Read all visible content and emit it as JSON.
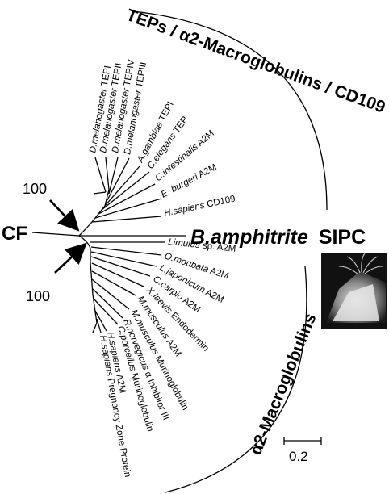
{
  "groups": {
    "top_label": "TEPs / α2-Macroglobulins / CD109",
    "bottom_label": "α2-Macroglobulins"
  },
  "outgroup_label": "CF",
  "highlight": {
    "species": "B.amphitrite",
    "protein": "SIPC"
  },
  "bootstrap": {
    "upper": "100",
    "lower": "100"
  },
  "scale_bar": {
    "value": "0.2"
  },
  "leaves": [
    {
      "species": "D.melanogaster",
      "suffix": " TEPI"
    },
    {
      "species": "D.melanogaster",
      "suffix": " TEPII"
    },
    {
      "species": "D.melanogaster",
      "suffix": " TEPIV"
    },
    {
      "species": "D.melanogaster",
      "suffix": " TEPIII"
    },
    {
      "species": "A.gambiae",
      "suffix": " TEPI"
    },
    {
      "species": "C.elegans",
      "suffix": " TEP"
    },
    {
      "species": "C.intestinalis",
      "suffix": " A2M"
    },
    {
      "species": "E. burgeri",
      "suffix": " A2M"
    },
    {
      "species": "H.sapiens",
      "suffix": " CD109"
    },
    {
      "species": "Limulus",
      "suffix": " sp. A2M"
    },
    {
      "species": "O.moubata",
      "suffix": " A2M"
    },
    {
      "species": "L.japonicum",
      "suffix": " A2M"
    },
    {
      "species": "C.carpio",
      "suffix": " A2M"
    },
    {
      "species": "X.laevis",
      "suffix": " Endodermin"
    },
    {
      "species": "M.musculus",
      "suffix": " A2M"
    },
    {
      "species": "M.musculus",
      "suffix": " Murinoglobulin"
    },
    {
      "species": "R.norvegicus",
      "suffix": " α Inhibitor III"
    },
    {
      "species": "C.porcellus",
      "suffix": " Murinoglobulin"
    },
    {
      "species": "H.sapiens",
      "suffix": " A2M"
    },
    {
      "species": "H.sapiens",
      "suffix": " Pregnancy Zone Protein"
    }
  ],
  "colors": {
    "line": "#000000",
    "background": "#ffffff"
  },
  "photo": "barnacle-photo"
}
